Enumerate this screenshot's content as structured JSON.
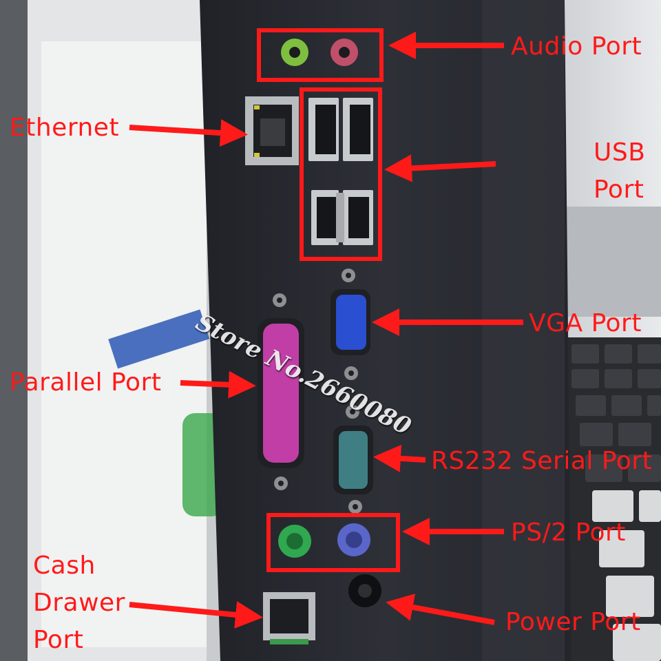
{
  "labels": {
    "audio": "Audio Port",
    "ethernet": "Ethernet",
    "usb_line1": "USB",
    "usb_line2": "Port",
    "vga": "VGA Port",
    "parallel": "Parallel Port",
    "rs232": "RS232 Serial Port",
    "ps2": "PS/2 Port",
    "cash_line1": "Cash",
    "cash_line2": "Drawer",
    "cash_line3": "Port",
    "power": "Power Port"
  },
  "watermark": "Store No.2660080",
  "colors": {
    "annotation": "#ff1a1a",
    "panel": "#2a2c33",
    "audio_green": "#7fbf3f",
    "audio_pink": "#c0506a",
    "vga_blue": "#2a4fd0",
    "parallel_pink": "#c13ea6",
    "serial_teal": "#3f7f83",
    "ps2_green": "#2fa84f",
    "ps2_purple": "#5a66c9"
  }
}
